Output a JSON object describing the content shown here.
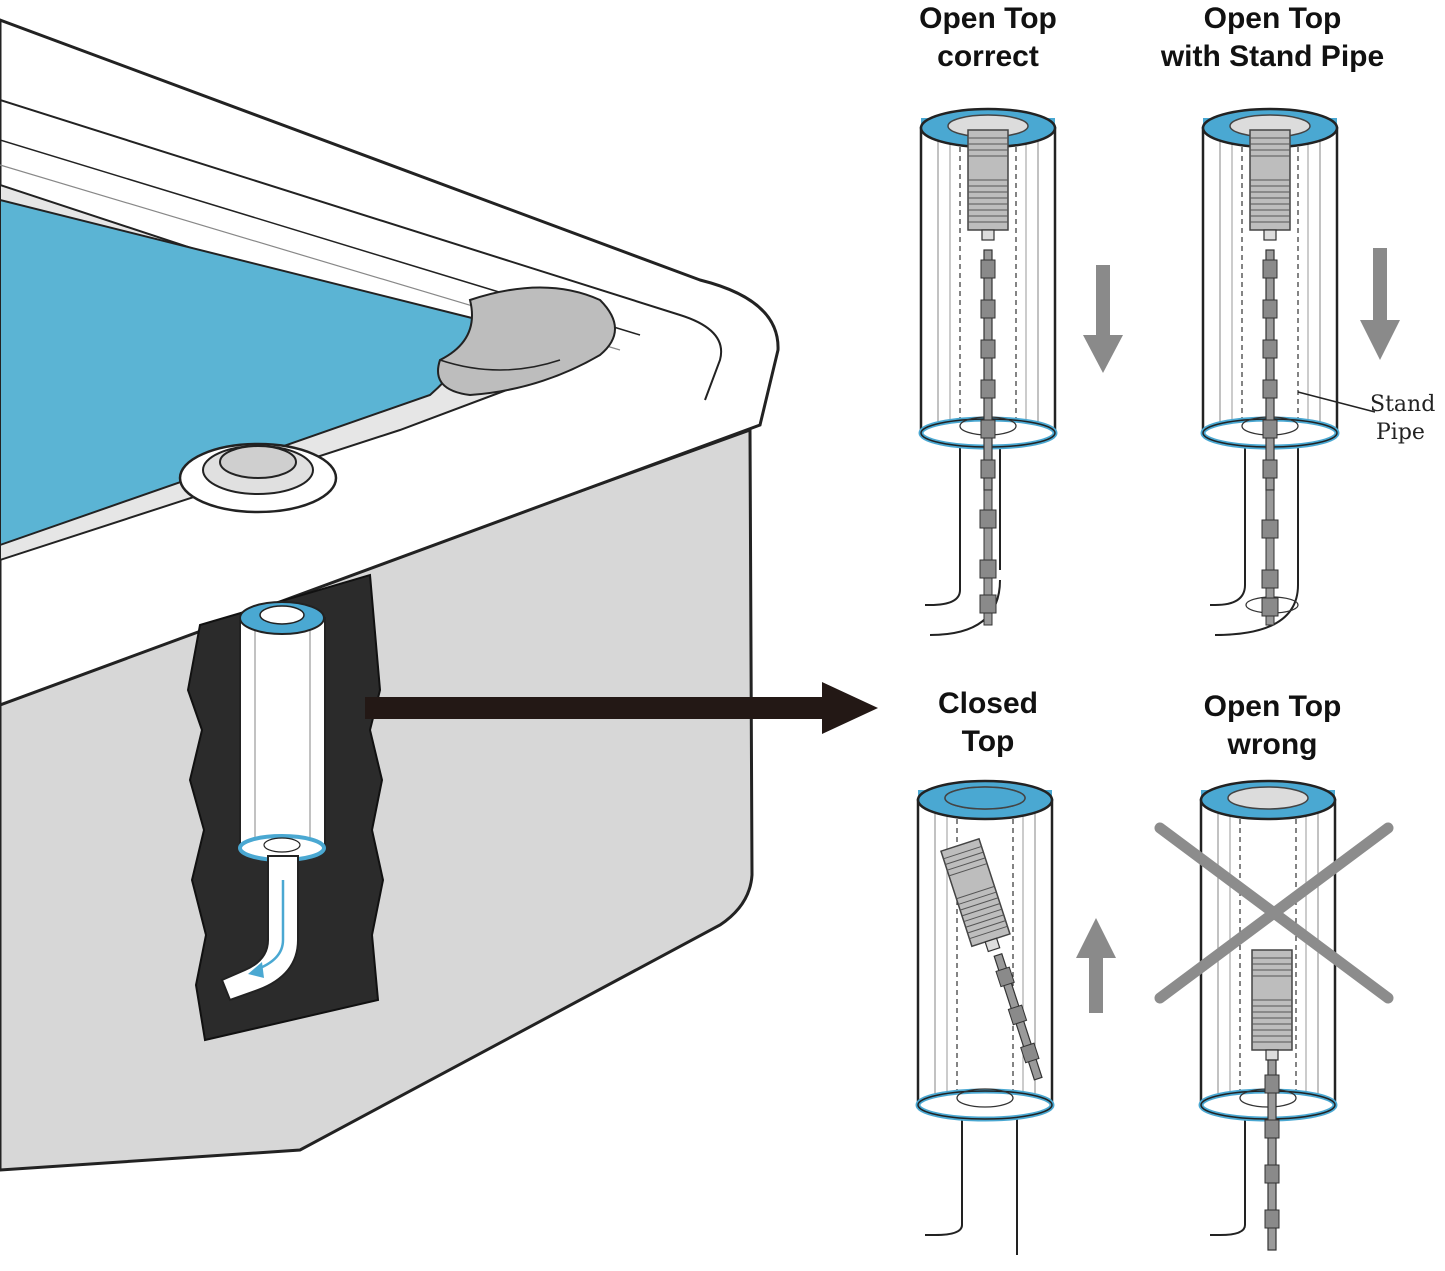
{
  "panels": [
    {
      "id": "open-top-correct",
      "title_lines": [
        "Open Top",
        "correct"
      ],
      "arrow": "down",
      "marked_wrong": false
    },
    {
      "id": "open-top-with-stand-pipe",
      "title_lines": [
        "Open Top",
        "with Stand Pipe"
      ],
      "arrow": "down",
      "marked_wrong": false
    },
    {
      "id": "closed-top",
      "title_lines": [
        "Closed",
        "Top"
      ],
      "arrow": "up",
      "marked_wrong": false
    },
    {
      "id": "open-top-wrong",
      "title_lines": [
        "Open Top",
        "wrong"
      ],
      "arrow": "none",
      "marked_wrong": true
    }
  ],
  "callout": {
    "lines": [
      "Stand",
      "Pipe"
    ]
  },
  "colors": {
    "water": "#5bb4d4",
    "filter_rim": "#4aa8d2",
    "tub_wall": "#d7d7d7",
    "cavity": "#2b2b2b",
    "arrow_gray": "#8a8a8a",
    "pointer_arrow": "#231815",
    "cross_mark": "#8c8c8c"
  }
}
